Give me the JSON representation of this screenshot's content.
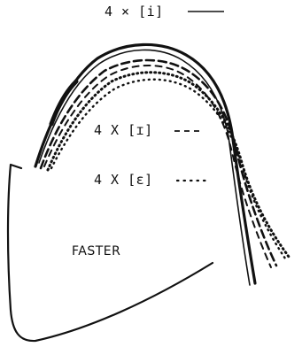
{
  "legend": [
    {
      "label": "4 × [i]",
      "line_style": "solid"
    },
    {
      "label": "4 X [ɪ]",
      "line_style": "dashed"
    },
    {
      "label": "4 X [ɛ]",
      "line_style": "dotted"
    }
  ],
  "caption": "FASTER",
  "colors": {
    "ink": "#111111",
    "background": "#ffffff"
  }
}
